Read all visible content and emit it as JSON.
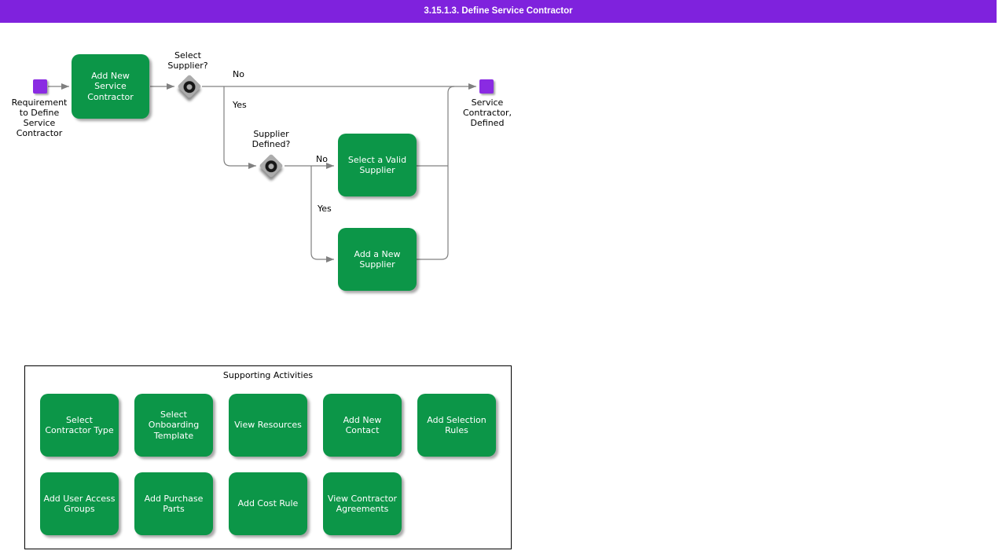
{
  "header": {
    "title": "3.15.1.3. Define Service Contractor"
  },
  "colors": {
    "header_purple": "#7f22dd",
    "event_purple": "#8a2be2",
    "activity_green": "#0c9648",
    "gateway_gray": "#ababab",
    "line_gray": "#808080"
  },
  "flow": {
    "start_label": "Requirement\nto Define\nService\nContractor",
    "end_label": "Service\nContractor,\nDefined",
    "gateway1": {
      "label": "Select\nSupplier?",
      "no": "No",
      "yes": "Yes"
    },
    "gateway2": {
      "label": "Supplier\nDefined?",
      "no": "No",
      "yes": "Yes"
    },
    "activity1": "Add New\nService\nContractor",
    "activity2": "Select a Valid\nSupplier",
    "activity3": "Add a New\nSupplier"
  },
  "supporting": {
    "title": "Supporting Activities",
    "row1": [
      "Select\nContractor Type",
      "Select\nOnboarding\nTemplate",
      "View Resources",
      "Add New\nContact",
      "Add Selection\nRules"
    ],
    "row2": [
      "Add User Access\nGroups",
      "Add Purchase\nParts",
      "Add Cost Rule",
      "View Contractor\nAgreements"
    ]
  }
}
